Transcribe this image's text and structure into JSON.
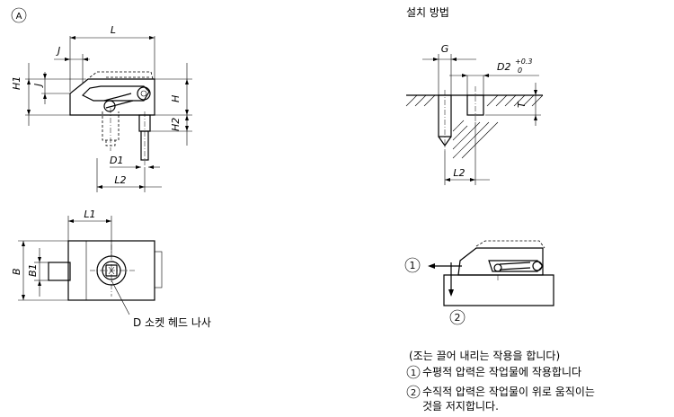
{
  "marker_a": "A",
  "install_title": "설치 방법",
  "dims": {
    "L": "L",
    "J_top": "J",
    "J_side": "J",
    "H1": "H1",
    "H": "H",
    "H2": "H2",
    "D1": "D1",
    "L2_left": "L2",
    "L1": "L1",
    "B": "B",
    "B1": "B1",
    "G": "G",
    "D2": "D2",
    "D2_tol_upper": "+0.3",
    "D2_tol_lower": "0",
    "T": "T",
    "L2_right": "L2"
  },
  "socket_label": "D 소켓 헤드 나사",
  "callouts": {
    "one": "1",
    "two": "2"
  },
  "notes": {
    "heading": "(조는 끌어 내리는 작용을 합니다)",
    "item1": "수평적 압력은 작업물에 작용합니다",
    "item2_line1": "수직적 압력은 작업물이 위로 움직이는",
    "item2_line2": "것을 저지합니다."
  }
}
